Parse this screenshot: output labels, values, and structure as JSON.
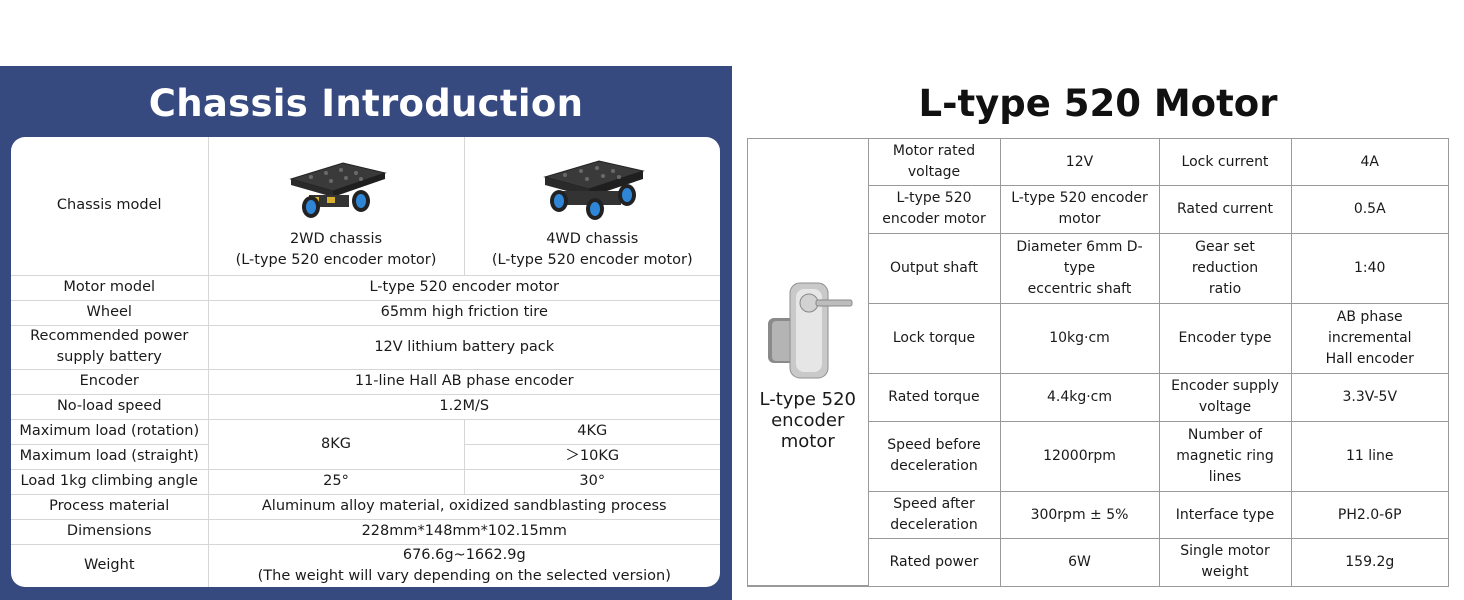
{
  "left": {
    "title": "Chassis Introduction",
    "rows": {
      "chassis_model": {
        "label": "Chassis model",
        "col2wd_line1": "2WD chassis",
        "col2wd_line2": "(L-type 520 encoder motor)",
        "col4wd_line1": "4WD chassis",
        "col4wd_line2": "(L-type 520 encoder motor)"
      },
      "motor_model": {
        "label": "Motor model",
        "value": "L-type 520 encoder motor"
      },
      "wheel": {
        "label": "Wheel",
        "value": "65mm high friction tire"
      },
      "battery": {
        "label_line1": "Recommended power",
        "label_line2": "supply battery",
        "value": "12V lithium battery pack"
      },
      "encoder": {
        "label": "Encoder",
        "value": "11-line Hall AB phase encoder"
      },
      "no_load_speed": {
        "label": "No-load speed",
        "value": "1.2M/S"
      },
      "max_load_rotation": {
        "label": "Maximum load (rotation)",
        "value_2wd": "8KG",
        "value_4wd": "4KG"
      },
      "max_load_straight": {
        "label": "Maximum load (straight)",
        "value_4wd": "＞10KG"
      },
      "climbing": {
        "label": "Load 1kg climbing angle",
        "value_2wd": "25°",
        "value_4wd": "30°"
      },
      "process": {
        "label": "Process material",
        "value": "Aluminum alloy material, oxidized sandblasting process"
      },
      "dimensions": {
        "label": "Dimensions",
        "value": "228mm*148mm*102.15mm"
      },
      "weight": {
        "label": "Weight",
        "value_line1": "676.6g~1662.9g",
        "value_line2": "(The weight will vary depending on the selected version)"
      }
    }
  },
  "right": {
    "title": "L-type 520 Motor",
    "motor_label_line1": "L-type 520",
    "motor_label_line2": "encoder",
    "motor_label_line3": "motor",
    "rows": [
      {
        "k1": [
          "Motor rated voltage"
        ],
        "v1": [
          "12V"
        ],
        "k2": [
          "Lock current"
        ],
        "v2": [
          "4A"
        ]
      },
      {
        "k1": [
          "L-type 520",
          "encoder motor"
        ],
        "v1": [
          "L-type 520 encoder",
          "motor"
        ],
        "k2": [
          "Rated current"
        ],
        "v2": [
          "0.5A"
        ]
      },
      {
        "k1": [
          "Output shaft"
        ],
        "v1": [
          "Diameter 6mm D-type",
          "eccentric shaft"
        ],
        "k2": [
          "Gear set reduction",
          "ratio"
        ],
        "v2": [
          "1:40"
        ]
      },
      {
        "k1": [
          "Lock torque"
        ],
        "v1": [
          "10kg·cm"
        ],
        "k2": [
          "Encoder type"
        ],
        "v2": [
          "AB phase incremental",
          "Hall encoder"
        ]
      },
      {
        "k1": [
          "Rated torque"
        ],
        "v1": [
          "4.4kg·cm"
        ],
        "k2": [
          "Encoder supply",
          "voltage"
        ],
        "v2": [
          "3.3V-5V"
        ]
      },
      {
        "k1": [
          "Speed before",
          "deceleration"
        ],
        "v1": [
          "12000rpm"
        ],
        "k2": [
          "Number of",
          "magnetic ring lines"
        ],
        "v2": [
          "11 line"
        ]
      },
      {
        "k1": [
          "Speed after",
          "deceleration"
        ],
        "v1": [
          "300rpm ± 5%"
        ],
        "k2": [
          "Interface type"
        ],
        "v2": [
          "PH2.0-6P"
        ]
      },
      {
        "k1": [
          "Rated power"
        ],
        "v1": [
          "6W"
        ],
        "k2": [
          "Single motor",
          "weight"
        ],
        "v2": [
          "159.2g"
        ]
      }
    ]
  },
  "colors": {
    "panel": "#374a80",
    "border": "#9a9a9a"
  },
  "icons": [
    "chassis-2wd-image",
    "chassis-4wd-image",
    "motor-image"
  ]
}
